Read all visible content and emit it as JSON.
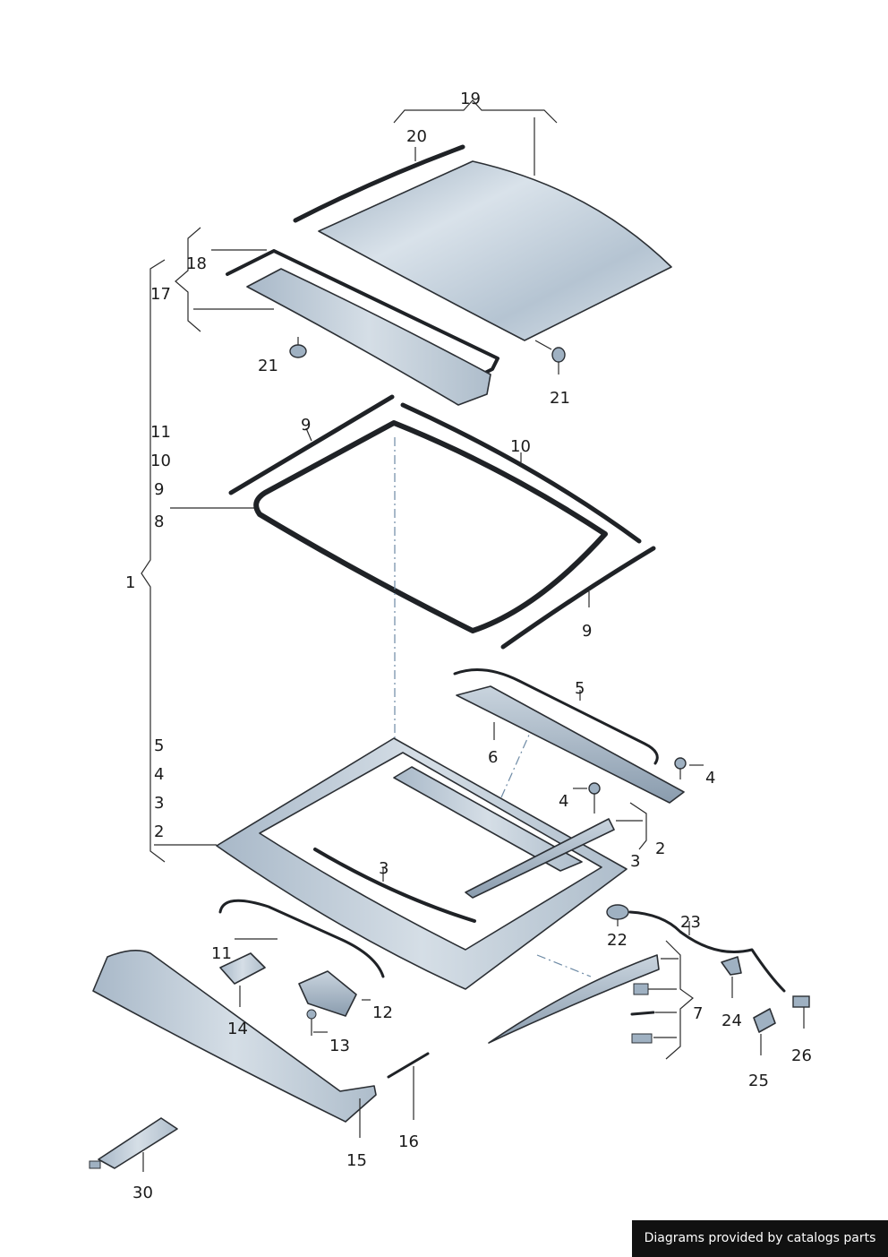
{
  "labels": {
    "p1": "1",
    "p2_bracket": "2",
    "p3_bracket": "3",
    "p4_bracket": "4",
    "p5_bracket": "5",
    "p8_bracket": "8",
    "p9_bracket": "9",
    "p10_bracket": "10",
    "p11_bracket": "11",
    "p17": "17",
    "p18": "18",
    "p19": "19",
    "p20": "20",
    "p21_left": "21",
    "p21_right": "21",
    "p9_top": "9",
    "p10_right": "10",
    "p9_lower": "9",
    "p5_cable": "5",
    "p6": "6",
    "p4_upper": "4",
    "p4_lower": "4",
    "p2_rail": "2",
    "p3_rail": "3",
    "p3_frame": "3",
    "p7": "7",
    "p11_harness": "11",
    "p12": "12",
    "p13": "13",
    "p14": "14",
    "p15": "15",
    "p16": "16",
    "p22": "22",
    "p23": "23",
    "p24": "24",
    "p25": "25",
    "p26": "26",
    "p30": "30"
  },
  "colors": {
    "part_fill": "#c3d0dc",
    "part_fill_dark": "#9fb1c2",
    "glass_light": "#d4dee7",
    "accent_line": "#6d8aa5"
  },
  "credit": "Diagrams provided by catalogs parts"
}
